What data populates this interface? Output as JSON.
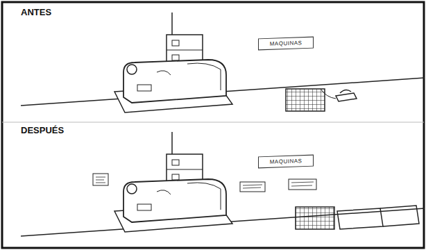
{
  "diagram": {
    "nodes": [
      {
        "text": [
          "MAQUINAS"
        ]
      },
      {
        "text": [
          "MAQUINAS"
        ]
      }
    ],
    "labels": [
      "ANTES",
      "DESPUÉS"
    ]
  }
}
